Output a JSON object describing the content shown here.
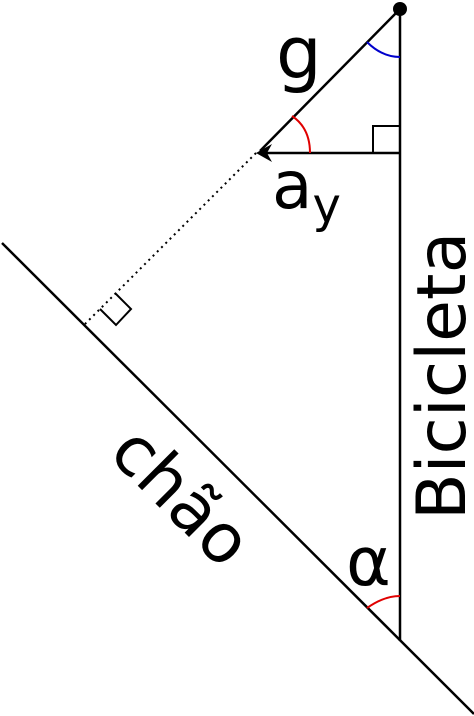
{
  "labels": {
    "g": "g",
    "a_main": "a",
    "a_sub": "y",
    "bicycle": "Bicicleta",
    "ground": "chão",
    "alpha": "α"
  },
  "colors": {
    "line": "#000000",
    "angle_red": "#e00000",
    "angle_blue": "#0000cc"
  }
}
